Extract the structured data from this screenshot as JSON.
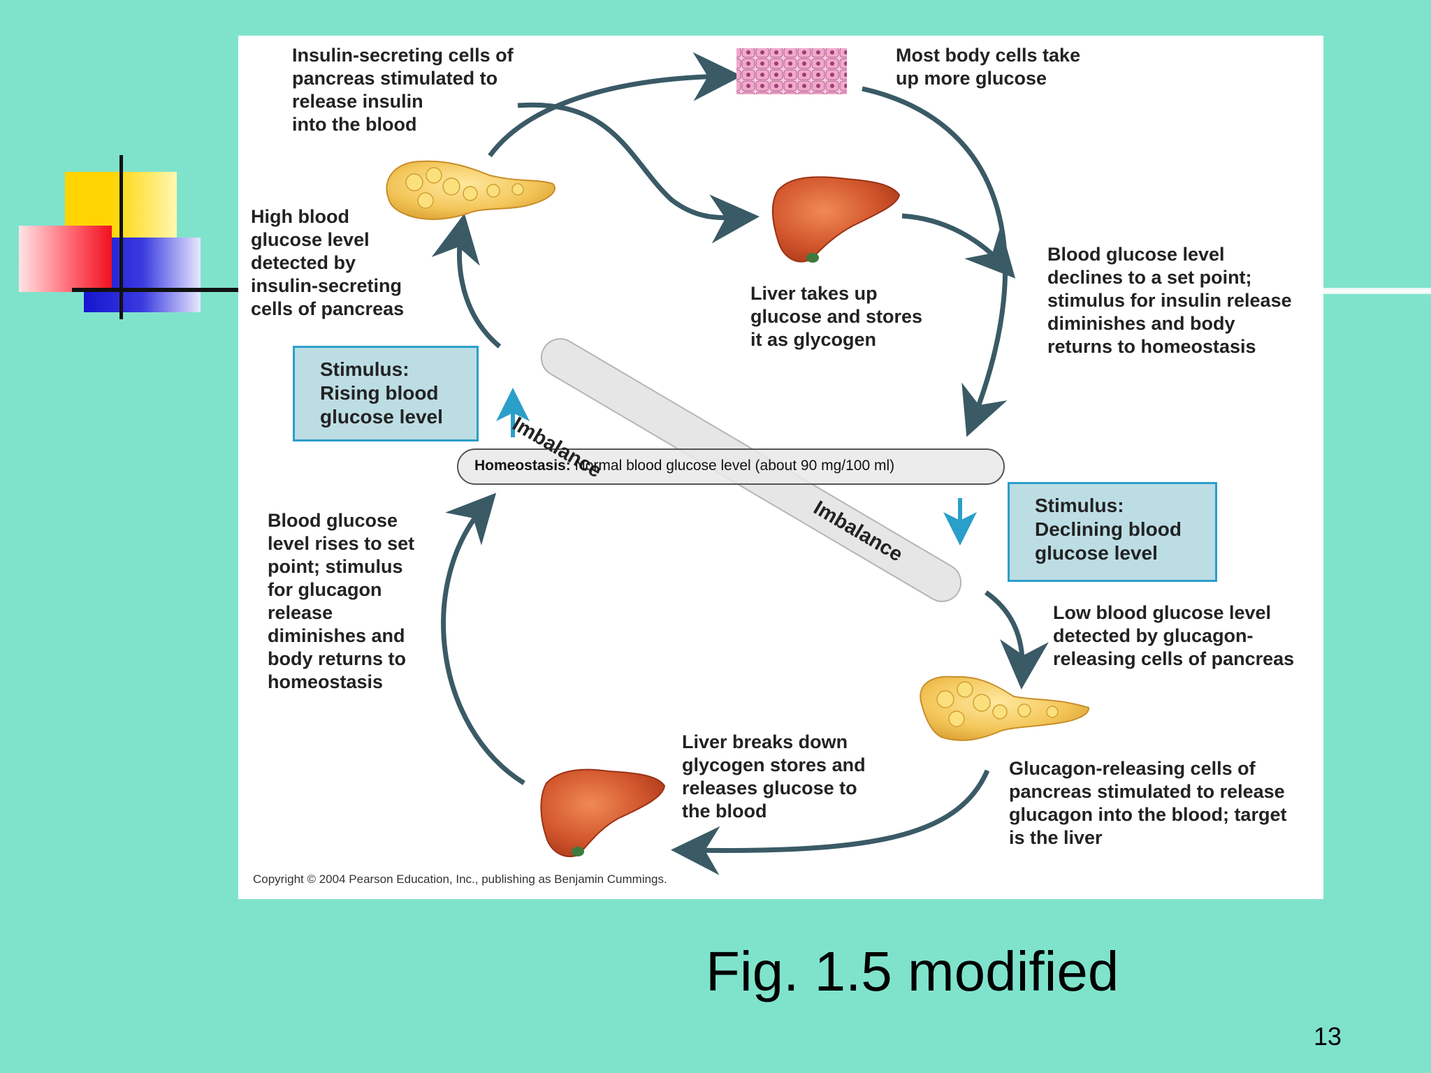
{
  "slide": {
    "caption": "Fig. 1.5 modified",
    "page_number": "13"
  },
  "colors": {
    "background": "#7fe3cc",
    "arrow": "#3a5a66",
    "stimulus_box_fill": "#bcdde4",
    "stimulus_box_border": "#2a9fc9",
    "stimulus_arrow": "#2a9fc9",
    "organ_pancreas": "#f3c65a",
    "organ_liver": "#d2562c"
  },
  "diagram": {
    "insulin_cells_release": "Insulin-secreting cells of\npancreas stimulated to\nrelease insulin\ninto the blood",
    "body_cells_take_up": "Most body cells take\nup more glucose",
    "high_glucose_detected": "High blood\nglucose level\ndetected by\ninsulin-secreting\ncells of pancreas",
    "liver_takes_up": "Liver takes up\nglucose and stores\nit as glycogen",
    "glucose_declines": "Blood glucose level\ndeclines to a set point;\nstimulus for insulin release\ndiminishes and body\nreturns to homeostasis",
    "stimulus_rising": "Stimulus:\nRising blood\nglucose level",
    "imbalance_label": "Imbalance",
    "homeostasis_bold": "Homeostasis:",
    "homeostasis_text": "Normal blood glucose level (about 90 mg/100 ml)",
    "stimulus_declining": "Stimulus:\nDeclining blood\nglucose level",
    "glucose_rises": "Blood glucose\nlevel rises to set\npoint; stimulus\nfor glucagon\nrelease\ndiminishes and\nbody returns to\nhomeostasis",
    "low_glucose_detected": "Low blood glucose level\ndetected by glucagon-\nreleasing cells of pancreas",
    "liver_breaks_down": "Liver breaks down\nglycogen stores and\nreleases glucose to\nthe blood",
    "glucagon_cells_release": "Glucagon-releasing cells of\npancreas stimulated to release\nglucagon into the blood; target\nis the liver",
    "copyright": "Copyright © 2004 Pearson Education, Inc., publishing as Benjamin Cummings."
  }
}
